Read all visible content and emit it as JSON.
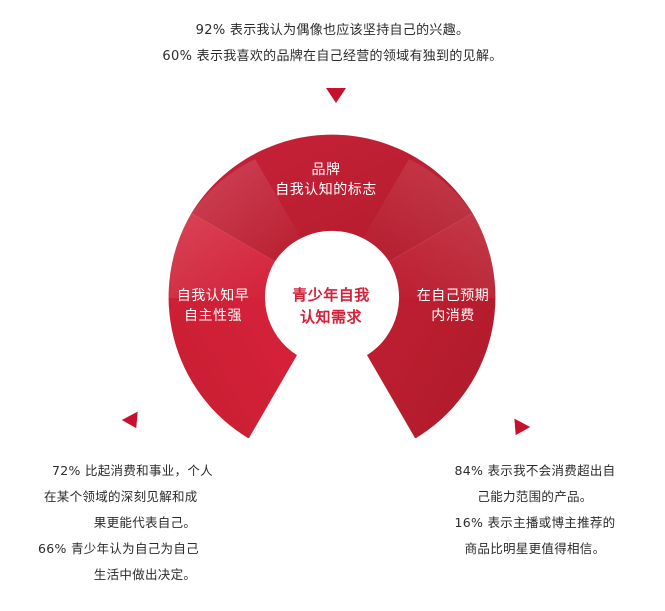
{
  "top_captions": [
    "92% 表示我认为偶像也应该坚持自己的兴趣。",
    "60% 表示我喜欢的品牌在自己经营的领域有独到的见解。"
  ],
  "donut": {
    "center_line1": "青少年自我",
    "center_line2": "认知需求",
    "segments": [
      {
        "id": "brand",
        "line1": "品牌",
        "line2": "自我认知的标志",
        "color": "#c01b30"
      },
      {
        "id": "self-aware",
        "line1": "自我认知早",
        "line2": "自主性强",
        "color": "#d42036"
      },
      {
        "id": "spending",
        "line1": "在自己预期",
        "line2": "内消费",
        "color": "#b81d2e"
      }
    ]
  },
  "bottom_left_captions": [
    "72% 比起消费和事业，个人",
    "在某个领域的深刻见解和成",
    "果更能代表自己。",
    "66% 青少年认为自己为自己",
    "生活中做出决定。"
  ],
  "bottom_right_captions": [
    "84% 表示我不会消费超出自",
    "己能力范围的产品。",
    "16% 表示主播或博主推荐的",
    "商品比明星更值得相信。"
  ],
  "colors": {
    "accent_red": "#c8102e",
    "ring_red": "#d42036",
    "ring_red_dark": "#b81d2e",
    "center_text_red": "#d4213a",
    "text_dark": "#2b2b2b"
  },
  "markers": {
    "top": "down-triangle-marker",
    "left": "down-triangle-marker",
    "right": "down-triangle-marker"
  }
}
